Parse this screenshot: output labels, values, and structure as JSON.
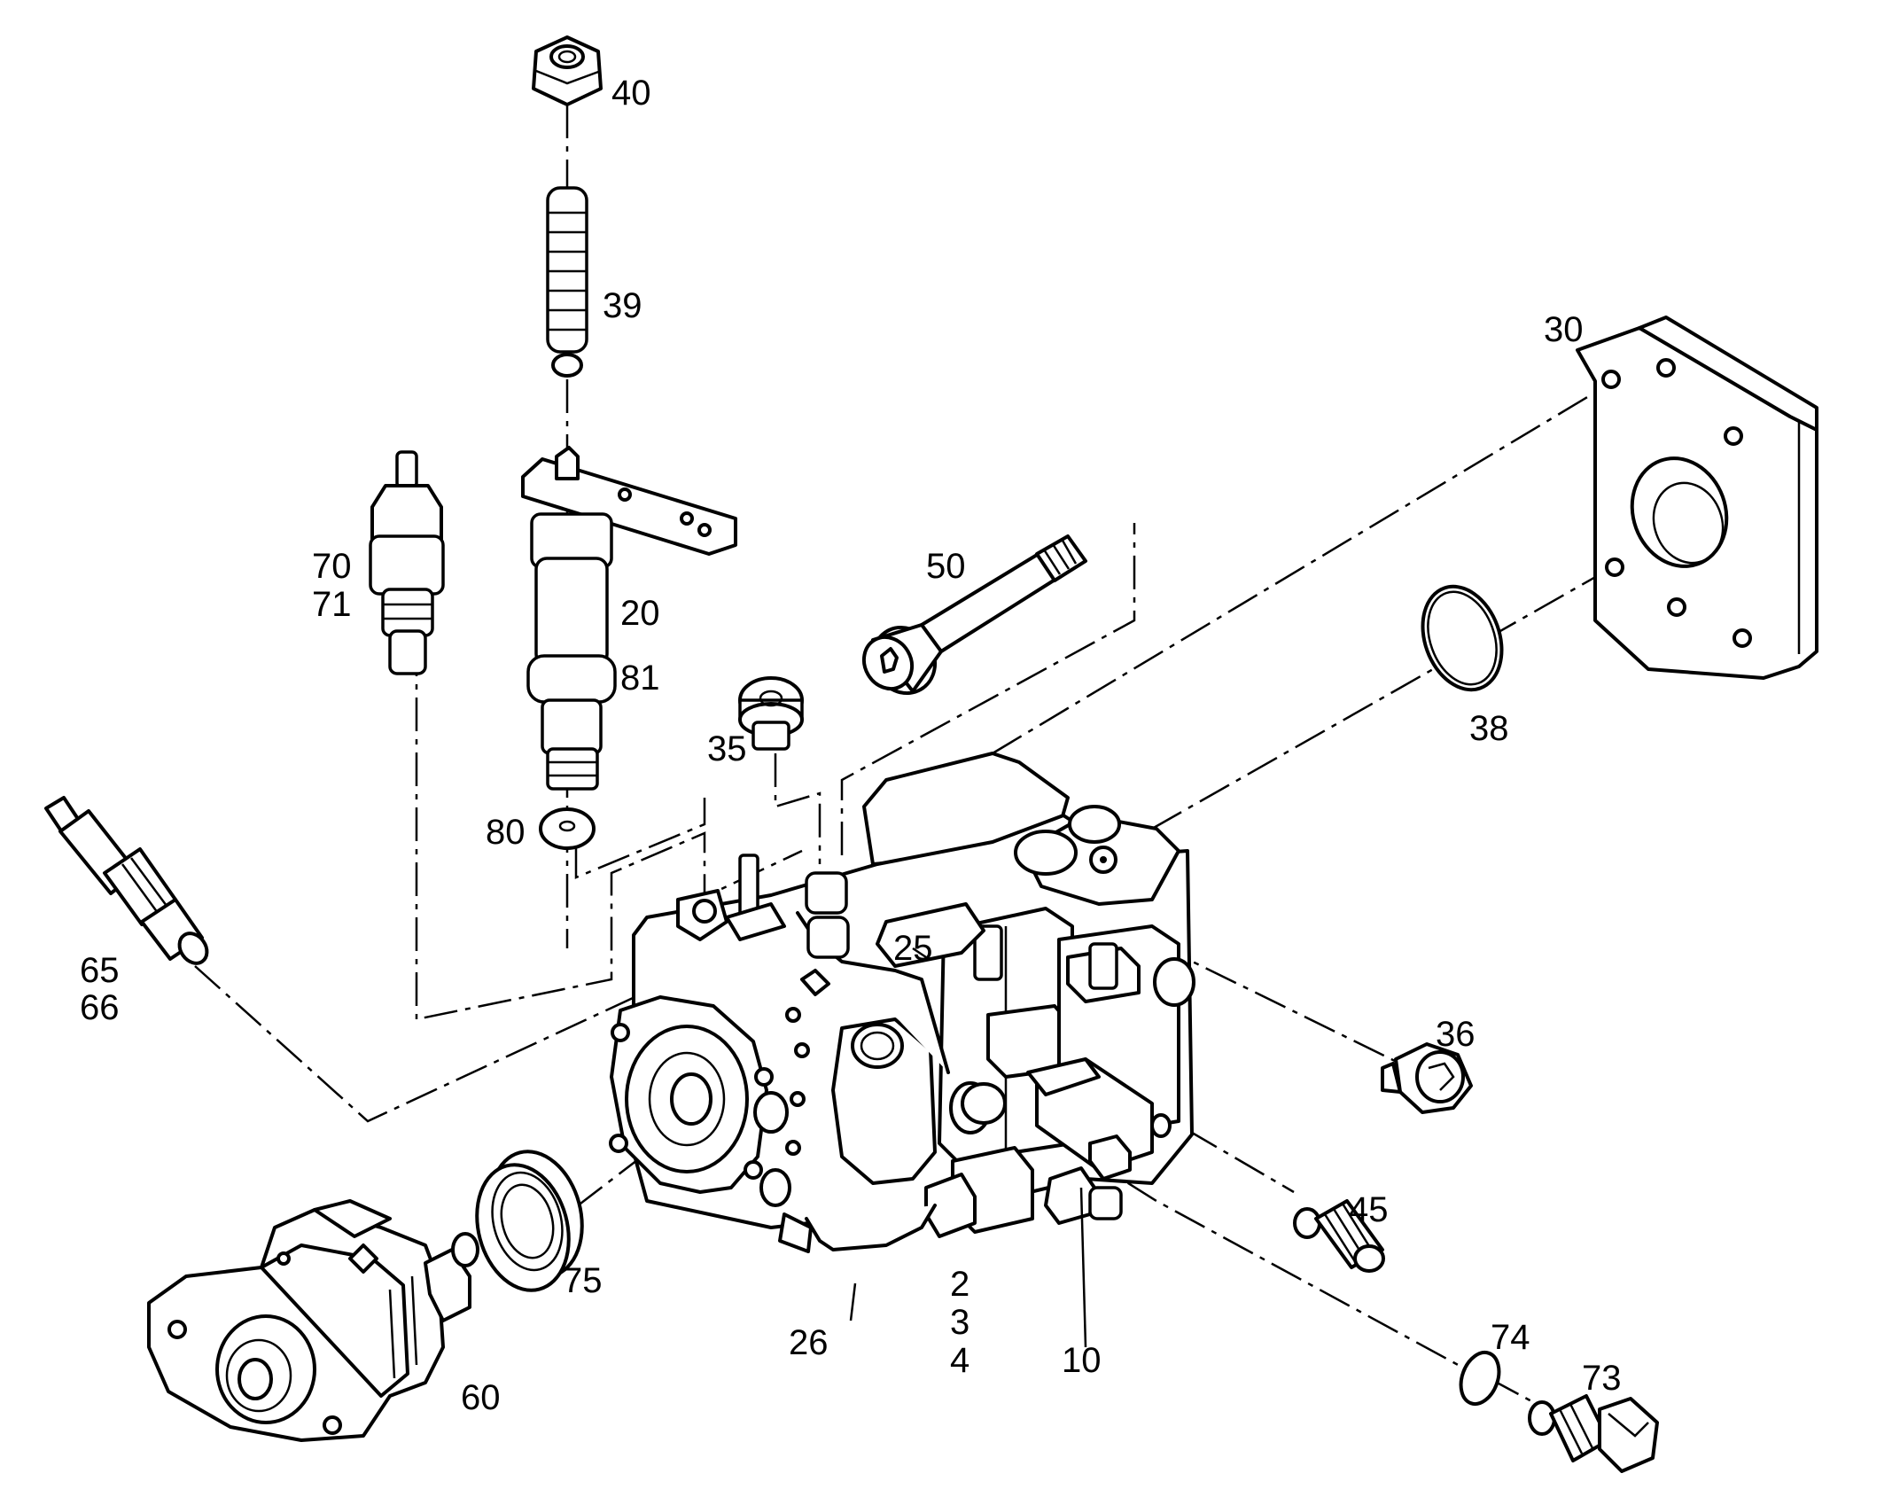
{
  "labels": {
    "l40": "40",
    "l39": "39",
    "l30": "30",
    "l70": "70",
    "l71": "71",
    "l50": "50",
    "l20": "20",
    "l81": "81",
    "l35": "35",
    "l38": "38",
    "l80": "80",
    "l25": "25",
    "l65": "65",
    "l66": "66",
    "l36": "36",
    "l45": "45",
    "l75": "75",
    "l26": "26",
    "l2": "2",
    "l3": "3",
    "l4": "4",
    "l10": "10",
    "l74": "74",
    "l73": "73",
    "l60": "60"
  }
}
